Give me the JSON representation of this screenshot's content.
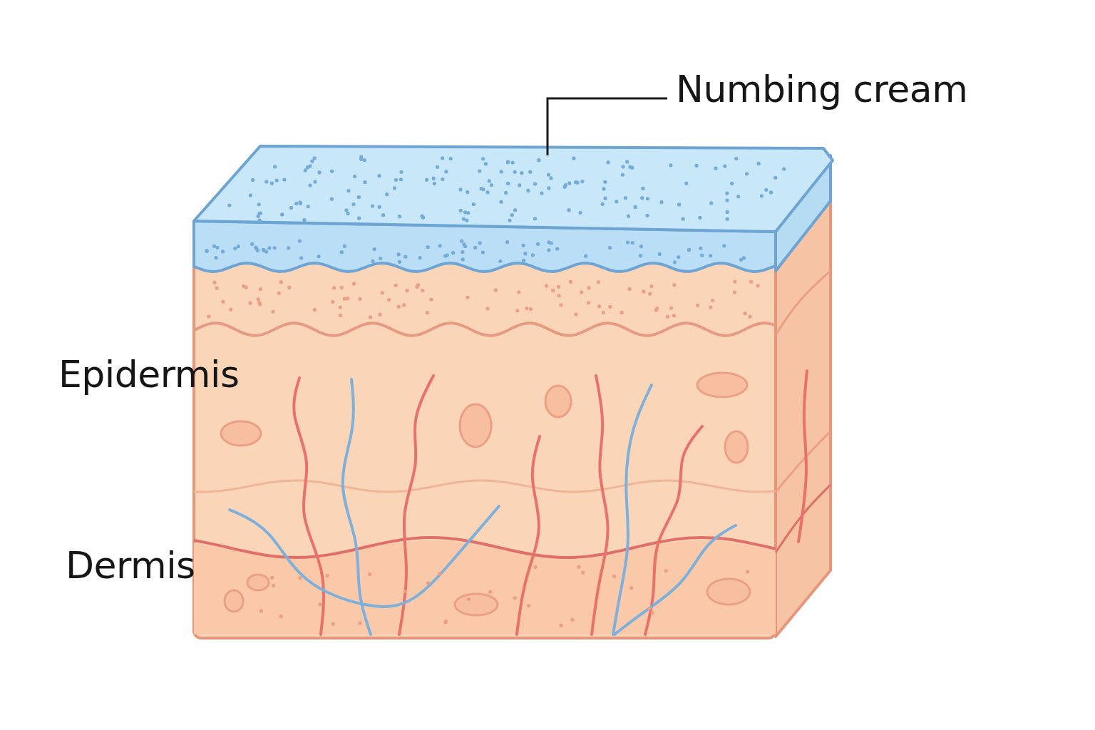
{
  "diagram": {
    "labels": [
      "Numbing cream",
      "Epidermis",
      "Dermis"
    ]
  }
}
